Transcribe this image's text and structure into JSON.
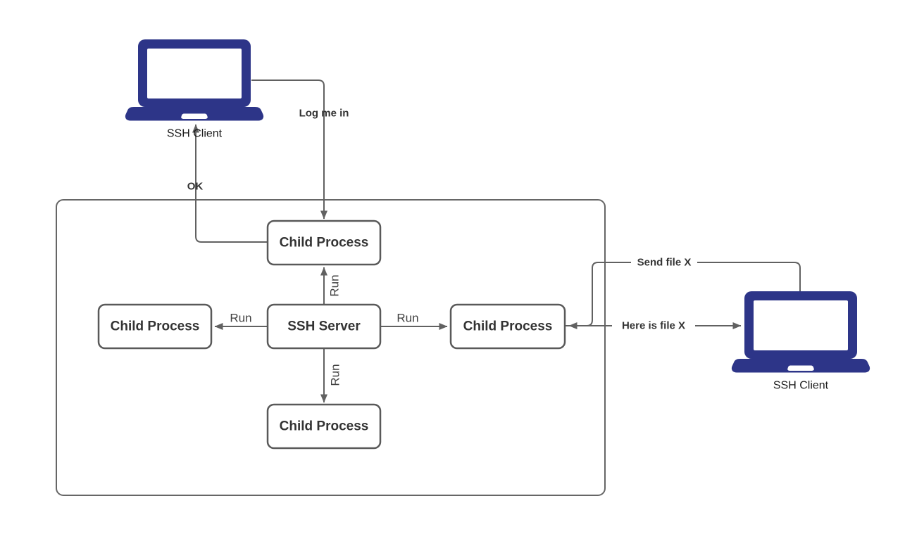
{
  "diagram": {
    "colors": {
      "laptop_fill": "#2d3588",
      "connector": "#616161",
      "node_border": "#595959",
      "node_text": "#333333",
      "background": "#ffffff"
    },
    "nodes": {
      "client_top": {
        "label": "SSH Client"
      },
      "client_right": {
        "label": "SSH Client"
      },
      "ssh_server": {
        "label": "SSH Server"
      },
      "child_top": {
        "label": "Child Process"
      },
      "child_left": {
        "label": "Child Process"
      },
      "child_right": {
        "label": "Child Process"
      },
      "child_bottom": {
        "label": "Child Process"
      }
    },
    "edges": {
      "log_me_in": {
        "label": "Log me in"
      },
      "ok": {
        "label": "OK"
      },
      "run_to_child_top": {
        "label": "Run"
      },
      "run_to_child_left": {
        "label": "Run"
      },
      "run_to_child_right": {
        "label": "Run"
      },
      "run_to_child_bottom": {
        "label": "Run"
      },
      "send_file": {
        "label": "Send file X"
      },
      "here_is_file": {
        "label": "Here is file X"
      }
    }
  }
}
